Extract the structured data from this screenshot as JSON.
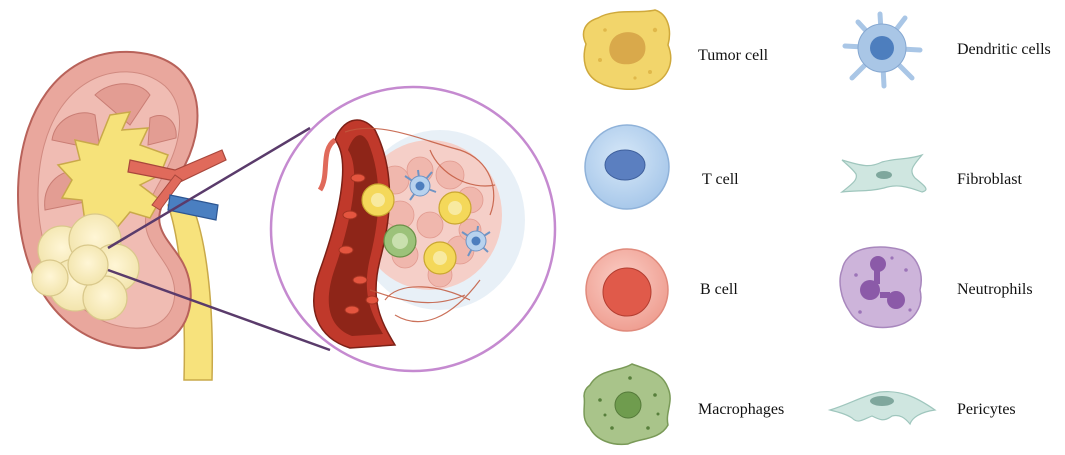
{
  "legend": [
    {
      "id": "tumor-cell",
      "label": "Tumor cell",
      "icon": "tumor-cell-icon",
      "color": "#f2d56b"
    },
    {
      "id": "dendritic-cells",
      "label": "Dendritic cells",
      "icon": "dendritic-cell-icon",
      "color": "#a9c6e6"
    },
    {
      "id": "t-cell",
      "label": "T cell",
      "icon": "t-cell-icon",
      "color": "#b9d4ef"
    },
    {
      "id": "fibroblast",
      "label": "Fibroblast",
      "icon": "fibroblast-icon",
      "color": "#cfe6e0"
    },
    {
      "id": "b-cell",
      "label": "B cell",
      "icon": "b-cell-icon",
      "color": "#f0a59a"
    },
    {
      "id": "neutrophils",
      "label": "Neutrophils",
      "icon": "neutrophil-icon",
      "color": "#cdb4da"
    },
    {
      "id": "macrophages",
      "label": "Macrophages",
      "icon": "macrophage-icon",
      "color": "#a9c48a"
    },
    {
      "id": "pericytes",
      "label": "Pericytes",
      "icon": "pericyte-icon",
      "color": "#cfe6e0"
    }
  ],
  "colors": {
    "kidney": "#e9a79d",
    "renal_pelvis": "#f6e27a",
    "tumor": "#f8efc8",
    "circle_border": "#c58ad0",
    "pointer_lines": "#5a3b6b",
    "artery": "#e06a5b",
    "vein": "#4a7fc1"
  }
}
